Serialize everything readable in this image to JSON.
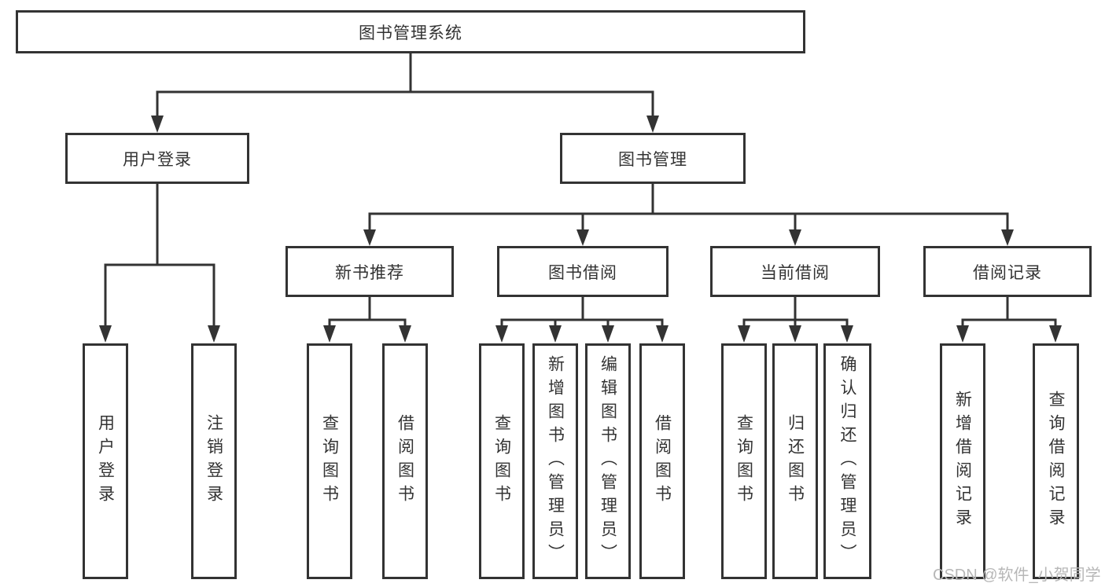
{
  "colors": {
    "line": "#333333",
    "text": "#333333",
    "watermark": "#b7b7b7",
    "background": "#ffffff"
  },
  "watermark": {
    "text": "CSDN @软件_小贺同学"
  },
  "tree": {
    "label": "图书管理系统",
    "children": [
      {
        "label": "用户登录",
        "children": [
          {
            "label": "用户登录"
          },
          {
            "label": "注销登录"
          }
        ]
      },
      {
        "label": "图书管理",
        "children": [
          {
            "label": "新书推荐",
            "children": [
              {
                "label": "查询图书"
              },
              {
                "label": "借阅图书"
              }
            ]
          },
          {
            "label": "图书借阅",
            "children": [
              {
                "label": "查询图书"
              },
              {
                "label": "新增图书（管理员）"
              },
              {
                "label": "编辑图书（管理员）"
              },
              {
                "label": "借阅图书"
              }
            ]
          },
          {
            "label": "当前借阅",
            "children": [
              {
                "label": "查询图书"
              },
              {
                "label": "归还图书"
              },
              {
                "label": "确认归还（管理员）"
              }
            ]
          },
          {
            "label": "借阅记录",
            "children": [
              {
                "label": "新增借阅记录"
              },
              {
                "label": "查询借阅记录"
              }
            ]
          }
        ]
      }
    ]
  }
}
